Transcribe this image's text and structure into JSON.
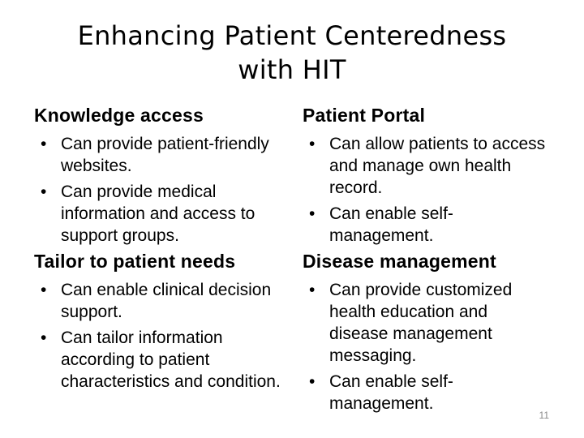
{
  "slide": {
    "title": "Enhancing Patient Centeredness\nwith HIT",
    "bullet_glyph": "•",
    "page_number": "11",
    "colors": {
      "background": "#ffffff",
      "text": "#000000",
      "page_number": "#8a8a8a"
    },
    "sections": [
      {
        "heading": "Knowledge access",
        "bullets": [
          "Can provide patient-friendly\nwebsites.",
          "Can provide medical\ninformation and access to\nsupport groups."
        ]
      },
      {
        "heading": "Patient Portal",
        "bullets": [
          "Can allow patients to access\nand manage own health\nrecord.",
          "Can enable self-\nmanagement."
        ]
      },
      {
        "heading": "Tailor to patient needs",
        "bullets": [
          "Can enable clinical decision\nsupport.",
          "Can tailor information\naccording to patient\ncharacteristics and condition."
        ]
      },
      {
        "heading": "Disease management",
        "bullets": [
          "Can provide customized\nhealth education and\ndisease management\nmessaging.",
          "Can enable self-\nmanagement."
        ]
      }
    ]
  }
}
